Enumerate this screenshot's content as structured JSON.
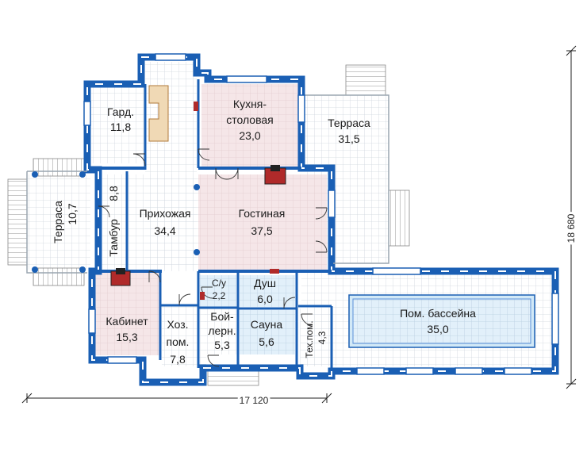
{
  "rooms": {
    "gard": {
      "name": "Гард.",
      "area": "11,8"
    },
    "kitchen": {
      "name1": "Кухня-",
      "name2": "столовая",
      "area": "23,0"
    },
    "terrace_right": {
      "name": "Терраса",
      "area": "31,5"
    },
    "terrace_left": {
      "name": "Терраса",
      "area": "10,7"
    },
    "tambur": {
      "name": "Тамбур",
      "area": "8,8"
    },
    "hall": {
      "name": "Прихожая",
      "area": "34,4"
    },
    "living": {
      "name": "Гостиная",
      "area": "37,5"
    },
    "wc": {
      "name": "С/у",
      "area": "2,2"
    },
    "shower": {
      "name": "Душ",
      "area": "6,0"
    },
    "pool": {
      "name": "Пом. бассейна",
      "area": "35,0"
    },
    "cabinet": {
      "name": "Кабинет",
      "area": "15,3"
    },
    "utility": {
      "name1": "Хоз.",
      "name2": "пом.",
      "area": "7,8"
    },
    "boiler": {
      "name1": "Бой-",
      "name2": "лерн.",
      "area": "5,3"
    },
    "sauna": {
      "name": "Сауна",
      "area": "5,6"
    },
    "tech": {
      "name": "Тех.пом.",
      "area": "4,3"
    }
  },
  "dimensions": {
    "width": "17 120",
    "height": "18 680"
  },
  "colors": {
    "wall": "#1a5fb4",
    "wall_light": "#5b8fd8",
    "grid": "#cfd6de",
    "living_fill": "#f4e4e6",
    "wet_fill": "#dfeef8",
    "pool_water": "#d2e9f7",
    "hearth": "#b02a2a"
  }
}
